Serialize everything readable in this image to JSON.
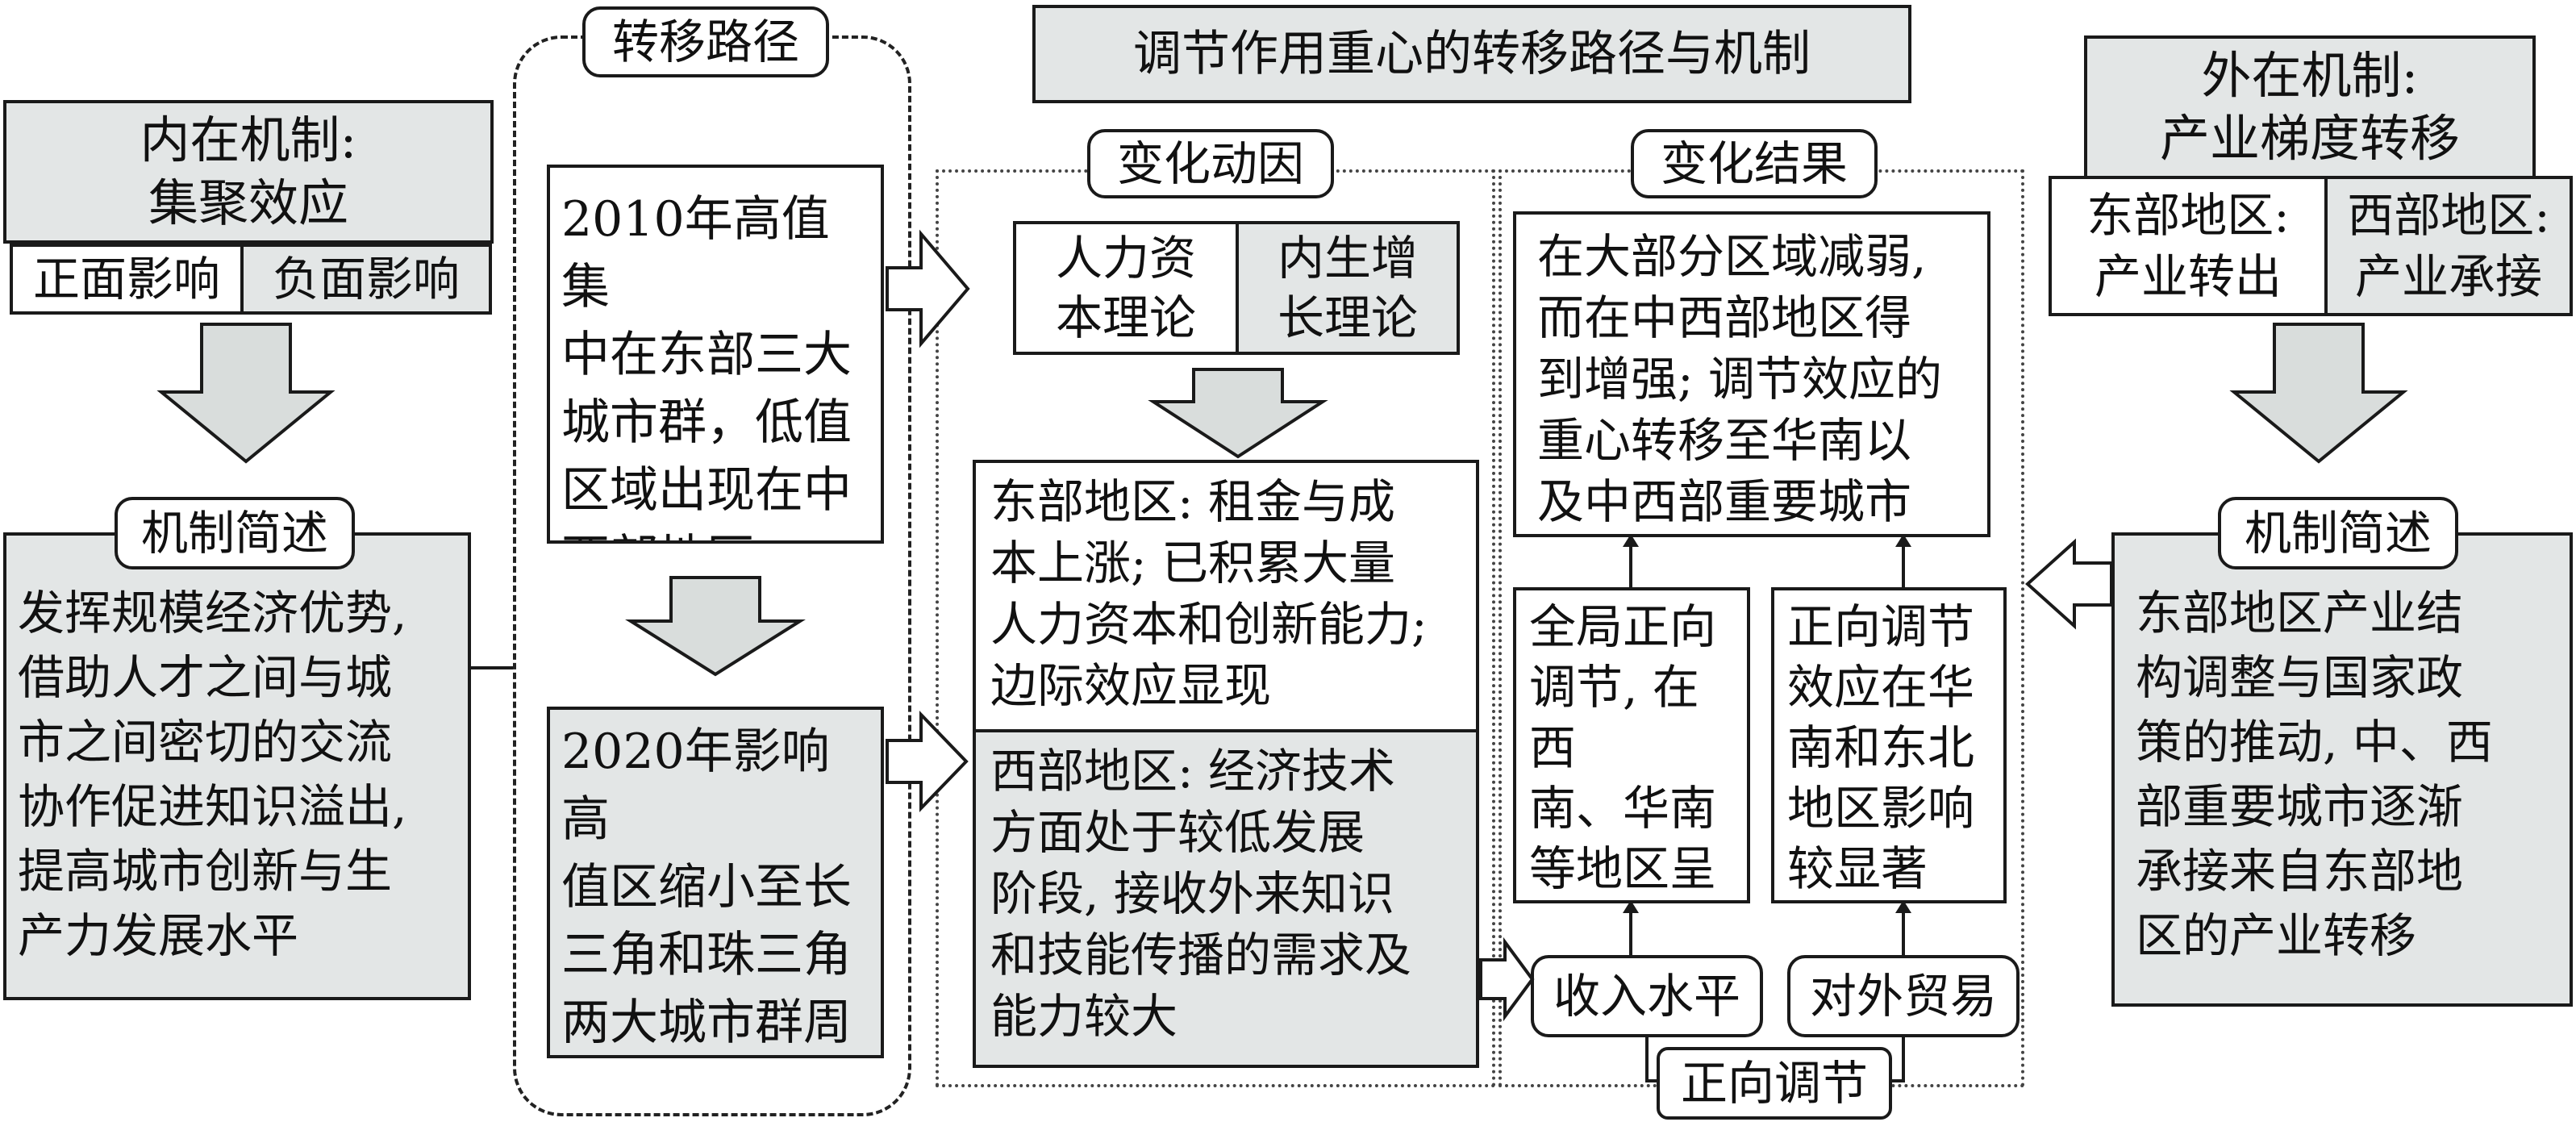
{
  "title": "调节作用重心的转移路径与机制",
  "left": {
    "internal_title": "内在机制:\n集聚效应",
    "positive": "正面影响",
    "negative": "负面影响",
    "summary_label": "机制简述",
    "summary_text": "发挥规模经济优势,\n借助人才之间与城\n市之间密切的交流\n协作促进知识溢出,\n提高城市创新与生\n产力发展水平"
  },
  "path": {
    "label": "转移路径",
    "box2010": "2010年高值集\n中在东部三大\n城市群，低值\n区域出现在中\n西部地区",
    "box2020": "2020年影响高\n值区缩小至长\n三角和珠三角\n两大城市群周\n边地区"
  },
  "cause": {
    "label": "变化动因",
    "human_capital": "人力资\n本理论",
    "endogenous": "内生增\n长理论",
    "east_text": "东部地区: 租金与成\n本上涨; 已积累大量\n人力资本和创新能力;\n边际效应显现",
    "west_text": "西部地区: 经济技术\n方面处于较低发展\n阶段, 接收外来知识\n和技能传播的需求及\n能力较大"
  },
  "result": {
    "label": "变化结果",
    "top_text": "在大部分区域减弱,\n而在中西部地区得\n到增强; 调节效应的\n重心转移至华南以\n及中西部重要城市",
    "left_text": "全局正向\n调节, 在西\n南、华南\n等地区呈\n现高值",
    "right_text": "正向调节\n效应在华\n南和东北\n地区影响\n较显著",
    "income": "收入水平",
    "trade": "对外贸易",
    "positive_reg": "正向调节"
  },
  "right": {
    "external_title": "外在机制:\n产业梯度转移",
    "east": "东部地区:\n产业转出",
    "west": "西部地区:\n产业承接",
    "summary_label": "机制简述",
    "summary_text": "东部地区产业结\n构调整与国家政\n策的推动, 中、西\n部重要城市逐渐\n承接来自东部地\n区的产业转移"
  },
  "colors": {
    "gray_fill": "#e3e6e6",
    "arrow_fill": "#d9dddc",
    "stroke": "#1a1a1a"
  }
}
